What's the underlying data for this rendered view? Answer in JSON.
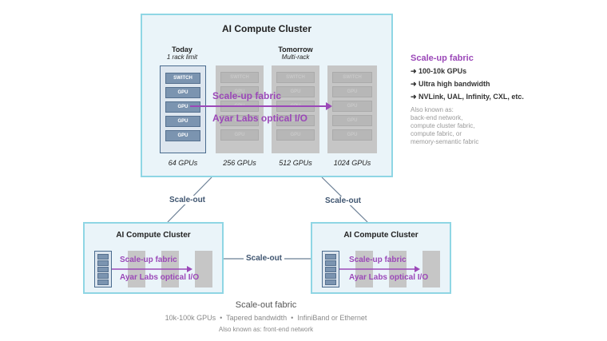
{
  "top_cluster": {
    "title": "AI Compute Cluster",
    "today_label": "Today",
    "today_sub": "1 rack limit",
    "tomorrow_label": "Tomorrow",
    "tomorrow_sub": "Multi-rack",
    "slots": [
      "SWITCH",
      "GPU",
      "GPU",
      "GPU",
      "GPU"
    ],
    "fabric_label": "Scale-up fabric",
    "optical_label": "Ayar Labs optical I/O",
    "rack_captions": [
      "64 GPUs",
      "256 GPUs",
      "512 GPUs",
      "1024 GPUs"
    ]
  },
  "scale_up_panel": {
    "heading": "Scale-up fabric",
    "bullets": [
      "➜ 100-10k GPUs",
      "➜ Ultra high bandwidth",
      "➜ NVLink, UAL, Infinity, CXL, etc."
    ],
    "aka": [
      "Also known as:",
      "back-end network,",
      "compute cluster fabric,",
      "compute fabric, or",
      "memory-semantic fabric"
    ]
  },
  "scale_out": {
    "left_label": "Scale-out",
    "right_label": "Scale-out",
    "middle_label": "Scale-out"
  },
  "bottom_left": {
    "title": "AI Compute Cluster",
    "fabric_label": "Scale-up fabric",
    "optical_label": "Ayar Labs optical I/O"
  },
  "bottom_right": {
    "title": "AI Compute Cluster",
    "fabric_label": "Scale-up fabric",
    "optical_label": "Ayar Labs optical I/O"
  },
  "footer": {
    "heading": "Scale-out fabric",
    "details": "10k-100k GPUs  •  Tapered bandwidth  •  InfiniBand or Ethernet",
    "aka": "Also known as: front-end network"
  },
  "colors": {
    "accent_purple": "#9b48b8",
    "cluster_border": "#8fd6e4",
    "cluster_fill": "#eaf4f9",
    "rack_blue": "#7b94b0"
  }
}
